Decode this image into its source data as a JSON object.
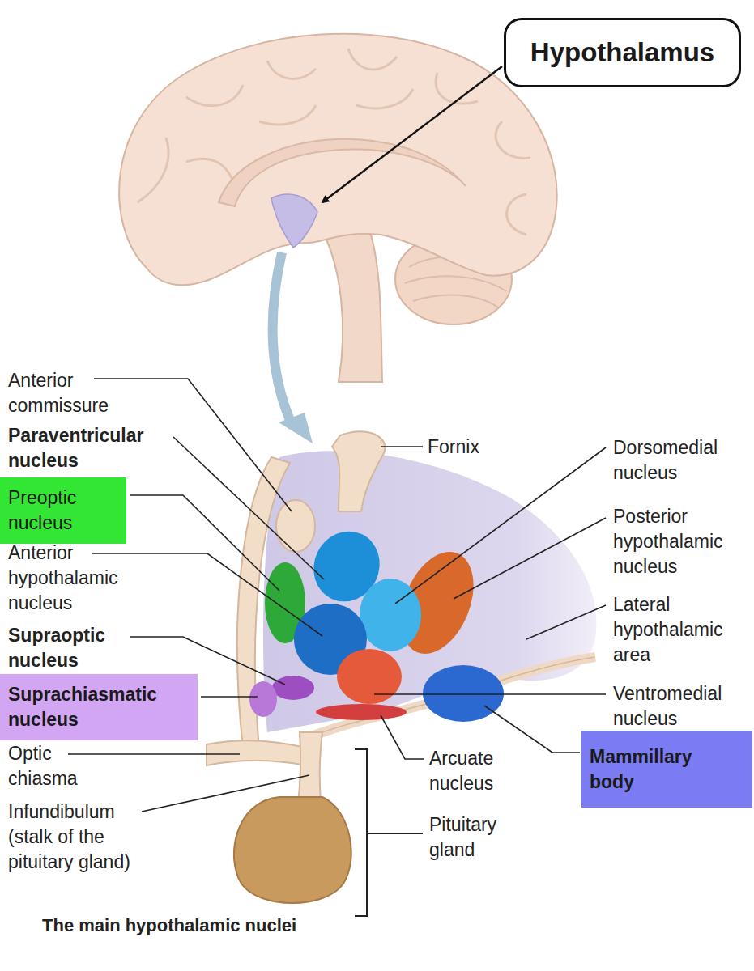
{
  "diagram": {
    "caption": "The main hypothalamic nuclei",
    "nodes": [
      {
        "text": [
          "Hypothalamus"
        ]
      },
      {
        "text": [
          "Preoptic nucleus"
        ]
      },
      {
        "text": [
          "Suprachiasmatic nucleus"
        ]
      },
      {
        "text": [
          "Mammillary body"
        ]
      }
    ],
    "labels": [
      "Anterior commissure",
      "Paraventricular nucleus",
      "Anterior hypothalamic nucleus",
      "Supraoptic nucleus",
      "Optic chiasma",
      "Infundibulum (stalk of the pituitary gland)",
      "Fornix",
      "Dorsomedial nucleus",
      "Posterior hypothalamic nucleus",
      "Lateral hypothalamic area",
      "Ventromedial nucleus",
      "Arcuate nucleus",
      "Pituitary gland"
    ]
  }
}
